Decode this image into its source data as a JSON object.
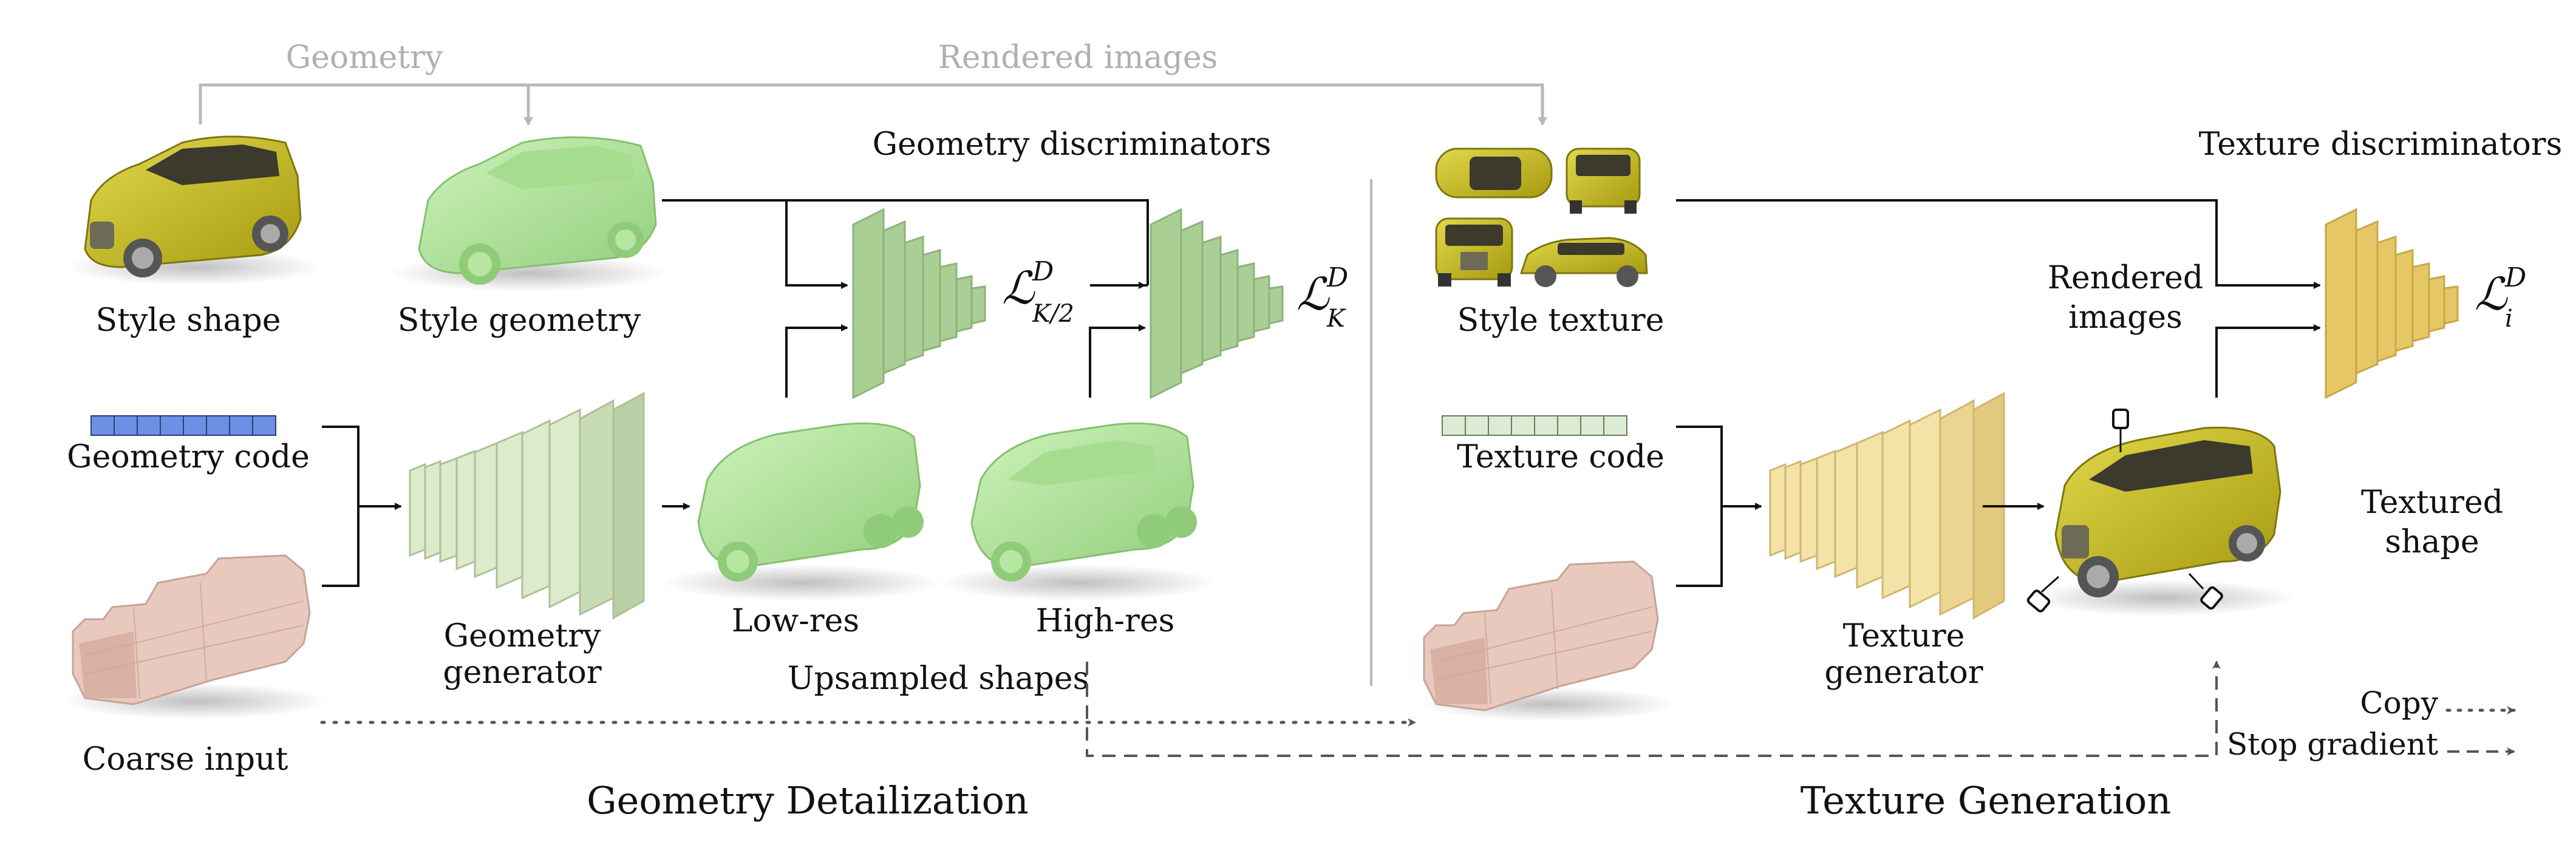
{
  "top_labels": {
    "geometry": "Geometry",
    "rendered_images": "Rendered images"
  },
  "geometry_section": {
    "style_shape": "Style shape",
    "style_geometry": "Style geometry",
    "geometry_discriminators": "Geometry discriminators",
    "loss_half_main": "ℒ",
    "loss_half_sup": "D",
    "loss_half_sub": "K/2",
    "loss_full_main": "ℒ",
    "loss_full_sup": "D",
    "loss_full_sub": "K",
    "geometry_code": "Geometry code",
    "coarse_input": "Coarse input",
    "geometry_generator_line1": "Geometry",
    "geometry_generator_line2": "generator",
    "low_res": "Low-res",
    "high_res": "High-res",
    "upsampled_shapes": "Upsampled shapes",
    "title": "Geometry Detailization"
  },
  "texture_section": {
    "style_texture": "Style texture",
    "texture_discriminators": "Texture discriminators",
    "rendered_images_line1": "Rendered",
    "rendered_images_line2": "images",
    "loss_main": "ℒ",
    "loss_sup": "D",
    "loss_sub": "i",
    "texture_code": "Texture code",
    "texture_generator_line1": "Texture",
    "texture_generator_line2": "generator",
    "textured_shape_line1": "Textured",
    "textured_shape_line2": "shape",
    "title": "Texture Generation"
  },
  "legend": {
    "copy": "Copy",
    "stop_gradient": "Stop gradient"
  },
  "colors": {
    "style_car_yellow": "#c9c21e",
    "geometry_green": "#b9e7a5",
    "discriminator_green": "#a9cf95",
    "generator_pale_green": "#dcebc9",
    "texture_discriminator_yellow": "#e6c765",
    "texture_generator_yellow": "#f4e2a6",
    "coarse_pink": "#e9c9be",
    "geometry_code_blue": "#6d8fe6",
    "texture_code_green": "#dcebd3",
    "flow_gray": "#b9b9b9"
  }
}
